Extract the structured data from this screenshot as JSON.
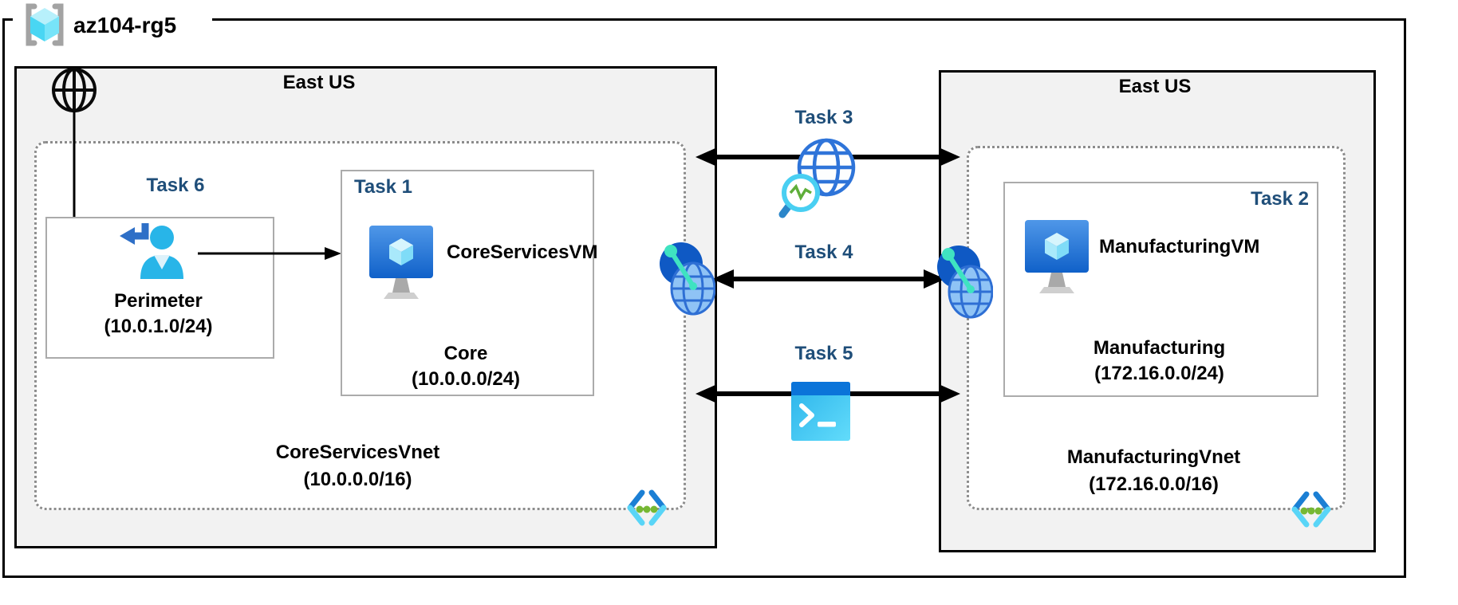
{
  "diagram": {
    "resource_group": "az104-rg5",
    "regions": {
      "left": {
        "location": "East US",
        "vnet_name": "CoreServicesVnet",
        "vnet_cidr": "(10.0.0.0/16)",
        "perimeter": {
          "task": "Task 6",
          "subnet_name": "Perimeter",
          "subnet_cidr": "(10.0.1.0/24)"
        },
        "core": {
          "task": "Task 1",
          "vm": "CoreServicesVM",
          "subnet_name": "Core",
          "subnet_cidr": "(10.0.0.0/24)"
        }
      },
      "right": {
        "location": "East US",
        "vnet_name": "ManufacturingVnet",
        "vnet_cidr": "(172.16.0.0/16)",
        "manufacturing": {
          "task": "Task 2",
          "vm": "ManufacturingVM",
          "subnet_name": "Manufacturing",
          "subnet_cidr": "(172.16.0.0/24)"
        }
      }
    },
    "connections": {
      "task3": "Task 3",
      "task4": "Task 4",
      "task5": "Task 5"
    },
    "icons": {
      "resource_group": "resource-group-icon",
      "internet": "internet-globe-icon",
      "inbound_user": "inbound-user-icon",
      "virtual_machine": "virtual-machine-icon",
      "network_watcher": "network-watcher-icon",
      "vnet_peering": "vnet-peering-icon",
      "cloud_shell": "cloud-shell-icon",
      "code_brackets": "code-brackets-icon"
    },
    "colors": {
      "task_label": "#1F4E79",
      "region_fill": "#F2F2F2",
      "outline": "#000000",
      "subnet_border": "#ABABAB",
      "vnet_border": "#8C8C8C",
      "azure_blue": "#1B7FD4",
      "azure_cyan": "#59D5F7",
      "green_dot": "#76B833"
    }
  }
}
